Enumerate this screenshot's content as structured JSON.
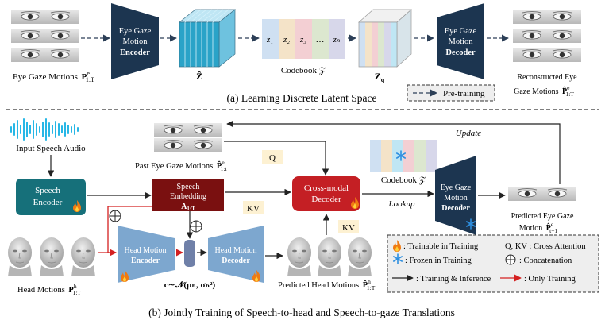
{
  "part_a": {
    "input_label": "Eye Gaze Motions",
    "input_symbol": "P",
    "input_sup": "e",
    "input_sub": "1:T",
    "encoder_lines": [
      "Eye Gaze",
      "Motion",
      "Encoder"
    ],
    "z_hat_label": "Ẑ",
    "codebook_tokens": [
      "z₁",
      "z₂",
      "z₃",
      "…",
      "zₙ"
    ],
    "codebook_label": "Codebook 𝒵",
    "zq_label": "Z",
    "zq_sub": "q",
    "decoder_lines": [
      "Eye Gaze",
      "Motion",
      "Decoder"
    ],
    "output_label_1": "Reconstructed Eye",
    "output_label_2": "Gaze Motions",
    "output_symbol": "P̂",
    "output_sup": "e",
    "output_sub": "1:T",
    "legend_pretraining": "Pre-training",
    "caption": "(a) Learning Discrete Latent Space"
  },
  "part_b": {
    "input_audio_label": "Input Speech Audio",
    "speech_encoder_lines": [
      "Speech",
      "Encoder"
    ],
    "past_gaze_label": "Past Eye Gaze Motions",
    "past_gaze_symbol": "P̂",
    "past_gaze_sup": "e",
    "past_gaze_sub": "1:t",
    "q_label": "Q",
    "kv_label_1": "KV",
    "kv_label_2": "KV",
    "speech_embedding_lines": [
      "Speech",
      "Embedding"
    ],
    "speech_embedding_symbol": "A",
    "speech_embedding_sub": "1:T",
    "cross_modal_lines": [
      "Cross-modal",
      "Decoder"
    ],
    "codebook_label": "Codebook 𝒵",
    "lookup_label": "Lookup",
    "update_label": "Update",
    "gaze_decoder_lines": [
      "Eye Gaze",
      "Motion",
      "Decoder"
    ],
    "predicted_gaze_label_1": "Predicted Eye Gaze",
    "predicted_gaze_label_2": "Motion",
    "predicted_gaze_symbol": "P̂",
    "predicted_gaze_sup": "e",
    "predicted_gaze_sub": "t+1",
    "head_motions_label": "Head Motions",
    "head_motions_symbol": "P",
    "head_motions_sup": "h",
    "head_motions_sub": "1:T",
    "head_encoder_lines": [
      "Head Motion",
      "Encoder"
    ],
    "head_decoder_lines": [
      "Head Motion",
      "Decoder"
    ],
    "latent_label": "c∼𝒩(μₕ, σₕ²)",
    "predicted_head_label": "Predicted Head Motions",
    "predicted_head_symbol": "P̂",
    "predicted_head_sup": "h",
    "predicted_head_sub": "1:T",
    "caption": "(b) Jointly Training of Speech-to-head and Speech-to-gaze Translations"
  },
  "legend": {
    "trainable": ": Trainable in Training",
    "qkv": "Q, KV : Cross Attention",
    "frozen": ": Frozen in Training",
    "concat": ": Concatenation",
    "train_infer": ": Training & Inference",
    "only_train": ": Only Training"
  },
  "colors": {
    "encoder_navy": "#1c3550",
    "speech_teal": "#16707a",
    "embedding_maroon": "#7a1010",
    "cross_modal_red": "#c41f24",
    "head_blue": "#7da7cf",
    "latent_slate": "#6f80a8",
    "kv_label_bg": "#fdf1d2",
    "audio_cyan": "#27b7e6",
    "cube_blue": "#2aa3c8",
    "red_arrow": "#d42020"
  }
}
